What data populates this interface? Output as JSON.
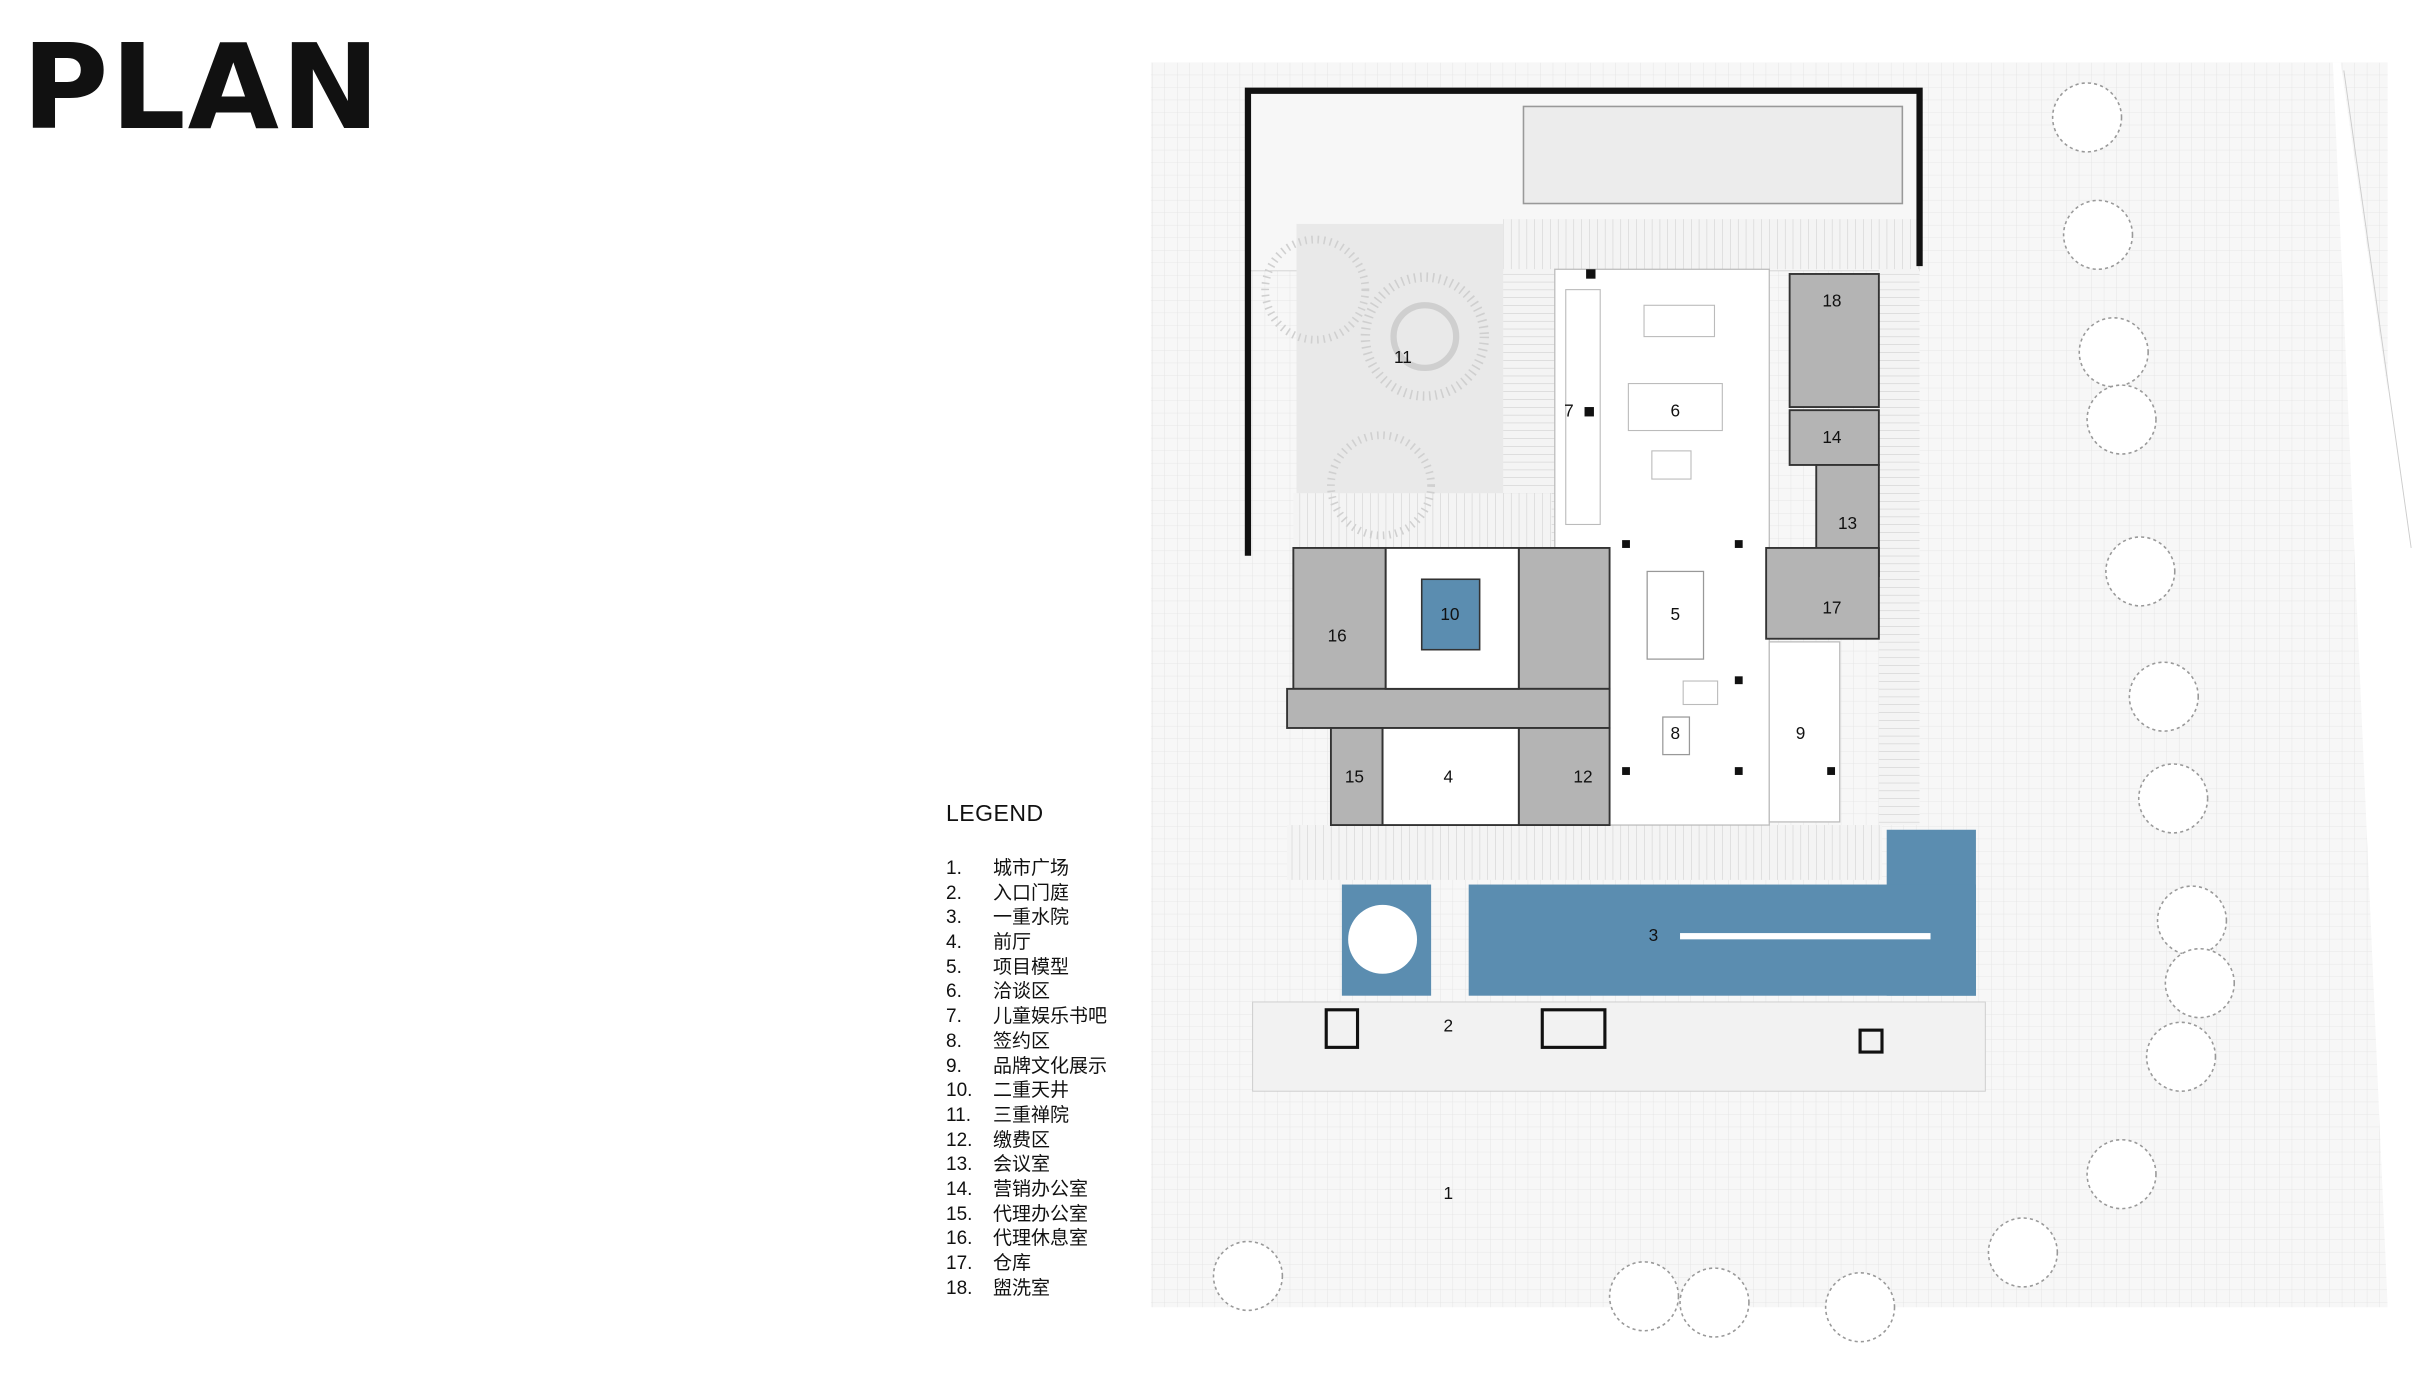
{
  "title": "PLAN",
  "legend": {
    "heading": "LEGEND",
    "items": [
      {
        "num": "1.",
        "label": "城市广场"
      },
      {
        "num": "2.",
        "label": "入口门庭"
      },
      {
        "num": "3.",
        "label": "一重水院"
      },
      {
        "num": "4.",
        "label": "前厅"
      },
      {
        "num": "5.",
        "label": "项目模型"
      },
      {
        "num": "6.",
        "label": "洽谈区"
      },
      {
        "num": "7.",
        "label": "儿童娱乐书吧"
      },
      {
        "num": "8.",
        "label": "签约区"
      },
      {
        "num": "9.",
        "label": "品牌文化展示"
      },
      {
        "num": "10.",
        "label": "二重天井"
      },
      {
        "num": "11.",
        "label": "三重禅院"
      },
      {
        "num": "12.",
        "label": "缴费区"
      },
      {
        "num": "13.",
        "label": "会议室"
      },
      {
        "num": "14.",
        "label": "营销办公室"
      },
      {
        "num": "15.",
        "label": "代理办公室"
      },
      {
        "num": "16.",
        "label": "代理休息室"
      },
      {
        "num": "17.",
        "label": "仓库"
      },
      {
        "num": "18.",
        "label": "盥洗室"
      }
    ]
  },
  "plan_labels": {
    "r1": "1",
    "r2": "2",
    "r3": "3",
    "r4": "4",
    "r5": "5",
    "r6": "6",
    "r7": "7",
    "r8": "8",
    "r9": "9",
    "r10": "10",
    "r11": "11",
    "r12": "12",
    "r13": "13",
    "r14": "14",
    "r15": "15",
    "r16": "16",
    "r17": "17",
    "r18": "18"
  },
  "colors": {
    "water": "#5b8db0",
    "room_gray": "#b4b4b4",
    "wall": "#111111"
  }
}
